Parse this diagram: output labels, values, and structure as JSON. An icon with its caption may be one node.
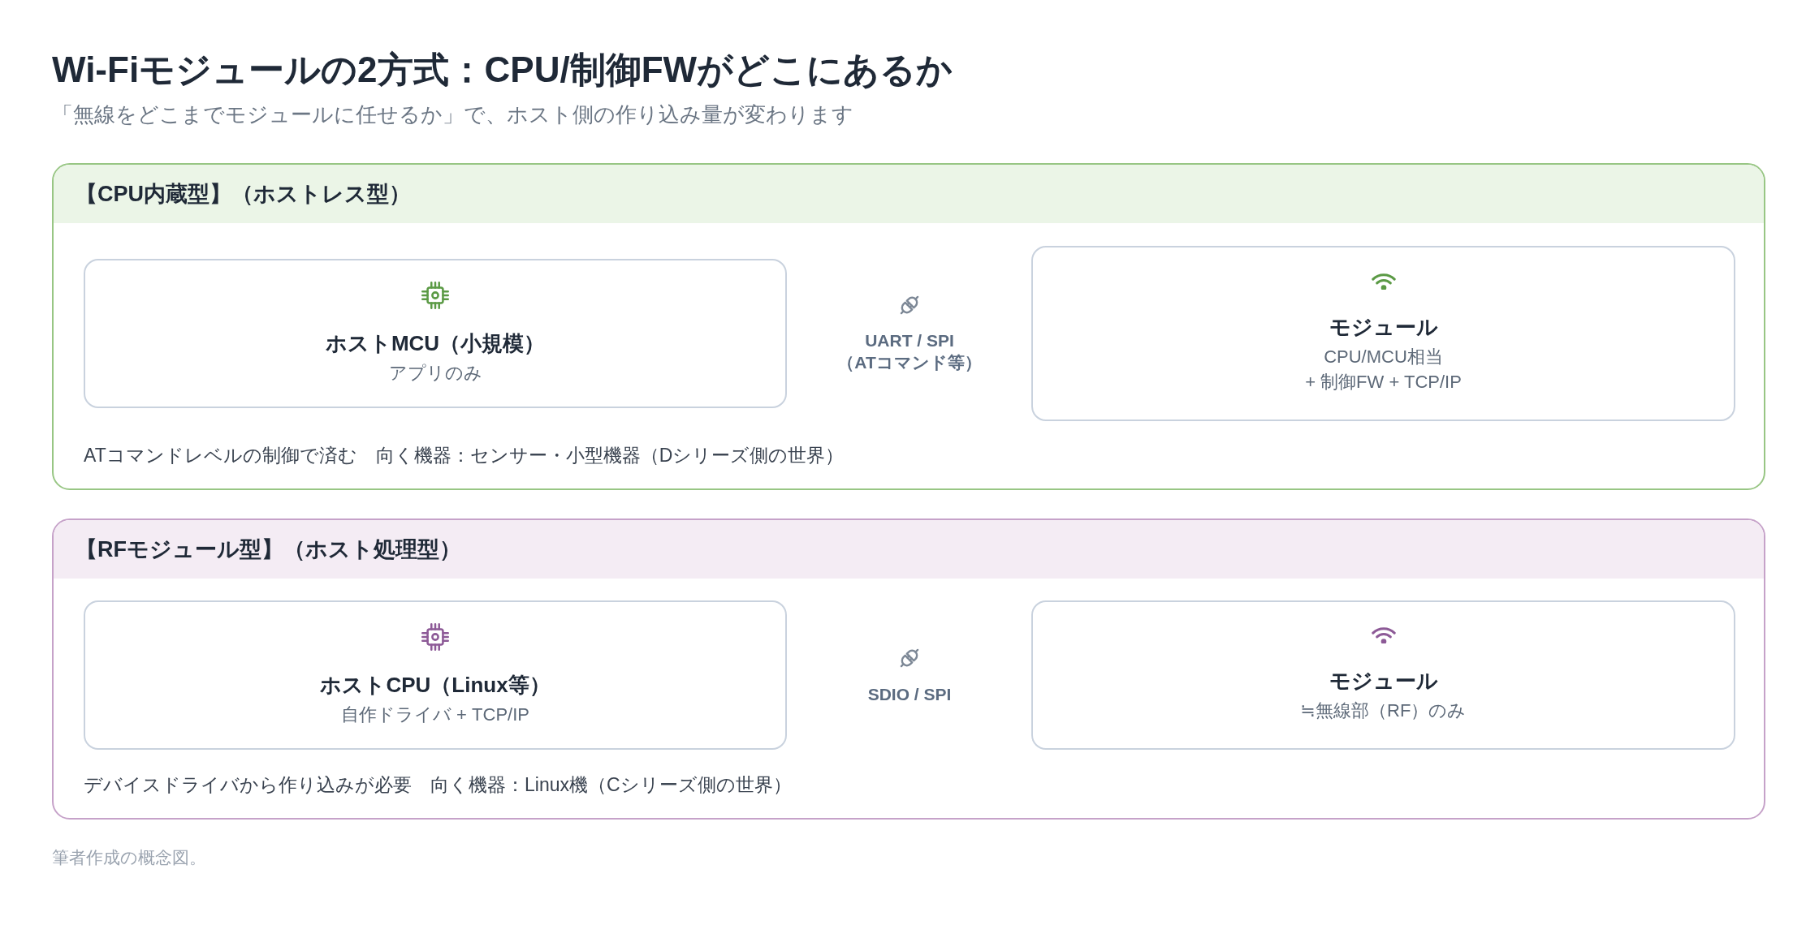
{
  "diagram": {
    "title": "Wi-Fiモジュールの2方式：CPU/制御FWがどこにあるか",
    "caption": "筆者作成の概念図。",
    "nodes": [
      {
        "text": [
          "【CPU内蔵型】（ホストレス型）",
          "ATコマンドレベルの制御で済む",
          "向く機器：センサー・小型機器（Dシリーズ側の世界）"
        ]
      },
      {
        "text": [
          "ホストMCU（小規模）",
          "アプリのみ"
        ],
        "in": 0
      },
      {
        "text": [
          "モジュール",
          "CPU/MCU相当",
          "+ 制御FW + TCP/IP"
        ],
        "in": 0
      },
      {
        "text": [
          "【RFモジュール型】（ホスト処理型）",
          "デバイスドライバから作り込みが必要",
          "向く機器：Linux機（Cシリーズ側の世界）"
        ]
      },
      {
        "text": [
          "ホストCPU（Linux等）",
          "自作ドライバ + TCP/IP"
        ],
        "in": 3
      },
      {
        "text": [
          "モジュール",
          "≒無線部（RF）のみ"
        ],
        "in": 3
      }
    ],
    "labels": [
      "「無線をどこまでモジュールに任せるか」で、ホスト側の作り込み量が変わります",
      "UART / SPI（ATコマンド等）",
      "SDIO / SPI"
    ]
  }
}
